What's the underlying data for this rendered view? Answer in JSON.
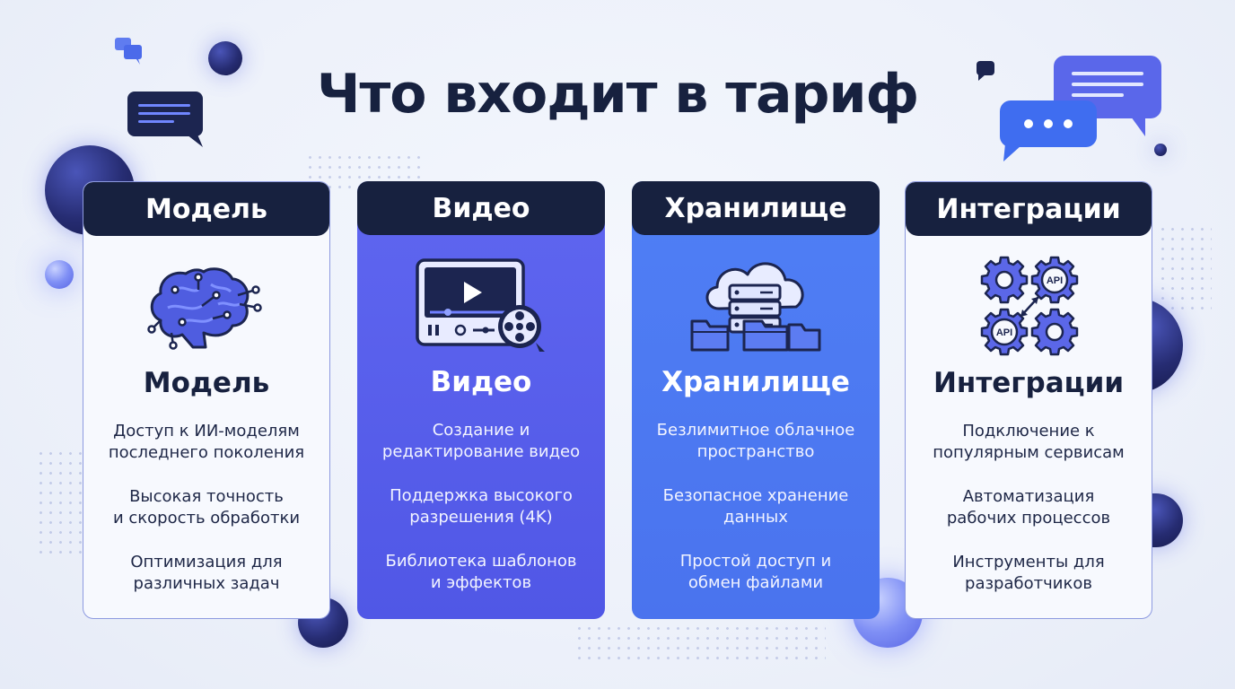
{
  "title": "Что входит в тариф",
  "colors": {
    "navy": "#17213f",
    "violet": "#5a61ec",
    "blue": "#4d79f2",
    "light_card": "#f7f9fe"
  },
  "cards": [
    {
      "header": "Модель",
      "name": "Модель",
      "icon": "brain-circuit-icon",
      "features": [
        "Доступ к ИИ-моделям\nпоследнего поколения",
        "Высокая точность\nи скорость обработки",
        "Оптимизация для\nразличных задач"
      ]
    },
    {
      "header": "Видео",
      "name": "Видео",
      "icon": "video-player-icon",
      "features": [
        "Создание и\nредактирование видео",
        "Поддержка высокого\nразрешения (4K)",
        "Библиотека шаблонов\nи эффектов"
      ]
    },
    {
      "header": "Хранилище",
      "name": "Хранилище",
      "icon": "cloud-storage-icon",
      "features": [
        "Безлимитное облачное\nпространство",
        "Безопасное хранение\nданных",
        "Простой доступ и\nобмен файлами"
      ]
    },
    {
      "header": "Интеграции",
      "name": "Интеграции",
      "icon": "api-gears-icon",
      "icon_labels": [
        "API",
        "API"
      ],
      "features": [
        "Подключение к\nпопулярным сервисам",
        "Автоматизация\nрабочих процессов",
        "Инструменты для\nразработчиков"
      ]
    }
  ]
}
